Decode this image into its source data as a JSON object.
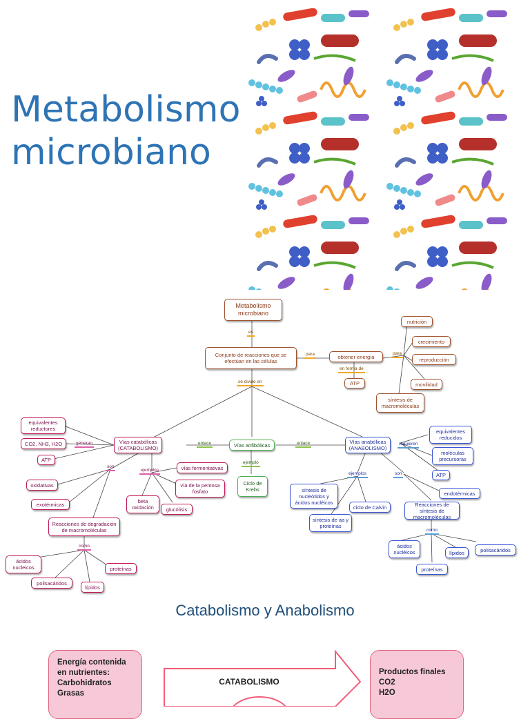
{
  "slide": {
    "title_line1": "Metabolismo",
    "title_line2": "microbiano"
  },
  "map": {
    "root": "Metabolismo microbiano",
    "link_es": "es",
    "def": "Conjunto de reacciones que se efectúan en las células",
    "link_para1": "para",
    "energia": "obtener energía",
    "link_forma": "en forma de",
    "atp1": "ATP",
    "link_para2": "para",
    "uses": [
      "nutrición",
      "crecimiento",
      "reproducción",
      "movilidad",
      "síntesis de macromoléculas"
    ],
    "link_divide": "se divide en",
    "catabolicas": "Vías catabólicas (CATABOLISMO)",
    "anfibolicas": "Vías anfibólicas",
    "anabolicas": "Vías anabólicas (ANABOLISMO)",
    "link_enlace1": "enlace",
    "link_enlace2": "enlace",
    "link_generan": "generan",
    "cat_products": [
      "equivalentes reductores",
      "CO2, NH3, H2O",
      "ATP"
    ],
    "link_son1": "son",
    "cat_types": [
      "oxidativas",
      "exotérmicas"
    ],
    "degradacion": "Reacciones de degradación de macromoléculas",
    "link_como1": "como",
    "degr_items": [
      "ácidos nucleicos",
      "polisacáridos",
      "lípidos",
      "proteínas"
    ],
    "link_ejemplos1": "ejemplos",
    "cat_examples": [
      "vías fermentativas",
      "vía de la pentosa fosfato",
      "beta oxidación",
      "glucólisis"
    ],
    "link_ejemplo2": "ejemplo",
    "krebs": "Ciclo de Krebs",
    "link_requieren": "requieren",
    "ana_req": [
      "equivalentes reducidos",
      "moléculas precursoras",
      "ATP"
    ],
    "link_ejemplos3": "ejemplos",
    "ana_examples": [
      "síntesis de nucleótidos y ácidos nucléicos",
      "ciclo de Calvin",
      "síntesis de aa y proteínas"
    ],
    "link_son2": "son",
    "endotermicas": "endotérmicas",
    "sintesis": "Reacciones de síntesis de macromoléculas",
    "link_como2": "como",
    "synth_items": [
      "ácidos nucléicos",
      "lípidos",
      "polisacáridos",
      "proteínas"
    ]
  },
  "section": {
    "heading": "Catabolismo y Anabolismo"
  },
  "bottom": {
    "left_text": [
      "Energía contenida",
      "en nutrientes:",
      "Carbohidratos",
      "Grasas"
    ],
    "arrow_label": "CATABOLISMO",
    "right_text": [
      "Productos finales",
      "CO2",
      "H2O"
    ]
  },
  "colors": {
    "title": "#2e74b5",
    "heading": "#1f4e79",
    "pink_box": "#f7c9d8",
    "arrow": "#f25c78"
  }
}
